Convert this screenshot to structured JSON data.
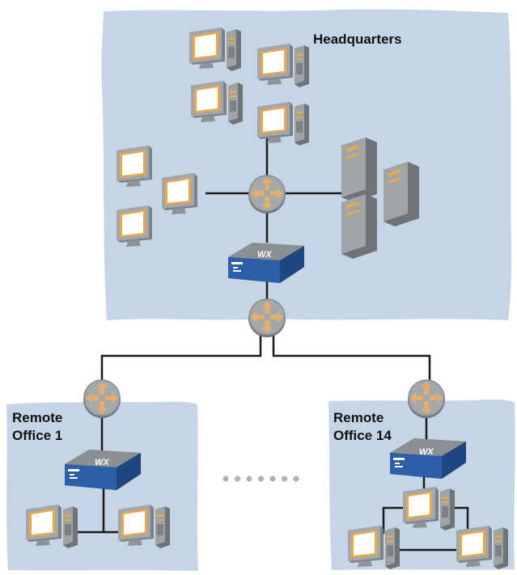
{
  "colors": {
    "region_fill": "#c5d5e6",
    "line": "#1a1a1a",
    "router_body": "#9ea3a6",
    "router_arrow": "#e0a96b",
    "wx_top": "#7a8084",
    "wx_front": "#2c5fa8",
    "monitor_frame": "#9a9ea2",
    "monitor_screen_border": "#e8a94c",
    "monitor_screen": "#ffffff",
    "tower": "#8e9397",
    "server": "#9a9fa3",
    "ellipsis_dots": "#aeb3b7"
  },
  "headquarters": {
    "label": "Headquarters",
    "wx_label": "WX"
  },
  "remote_office_1": {
    "label_line1": "Remote",
    "label_line2": "Office 1",
    "wx_label": "WX"
  },
  "remote_office_14": {
    "label_line1": "Remote",
    "label_line2": "Office 14",
    "wx_label": "WX"
  },
  "ellipsis": {
    "dot_count": 7
  }
}
